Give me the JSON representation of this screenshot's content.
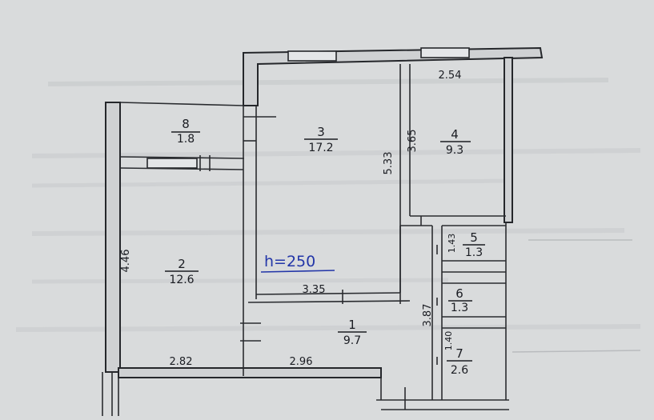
{
  "plan": {
    "height_label": "h=250",
    "rooms": [
      {
        "id": "r1",
        "number": "1",
        "area": "9.7"
      },
      {
        "id": "r2",
        "number": "2",
        "area": "12.6"
      },
      {
        "id": "r3",
        "number": "3",
        "area": "17.2"
      },
      {
        "id": "r4",
        "number": "4",
        "area": "9.3"
      },
      {
        "id": "r5",
        "number": "5",
        "area": "1.3"
      },
      {
        "id": "r6",
        "number": "6",
        "area": "1.3"
      },
      {
        "id": "r7",
        "number": "7",
        "area": "2.6"
      },
      {
        "id": "r8",
        "number": "8",
        "area": "1.8"
      }
    ],
    "dimensions": {
      "room4_width": "2.54",
      "room4_depth": "3.65",
      "room3_depth": "5.33",
      "room3_width": "3.35",
      "room2_depth": "4.46",
      "room2_width": "2.82",
      "hall_width": "2.96",
      "hall_depth": "3.87",
      "room5_depth": "1.43",
      "room7_depth": "1.40"
    },
    "colors": {
      "ink": "#1a1c22",
      "height_label": "#2336a8",
      "paper": "#d9dbdc"
    }
  }
}
